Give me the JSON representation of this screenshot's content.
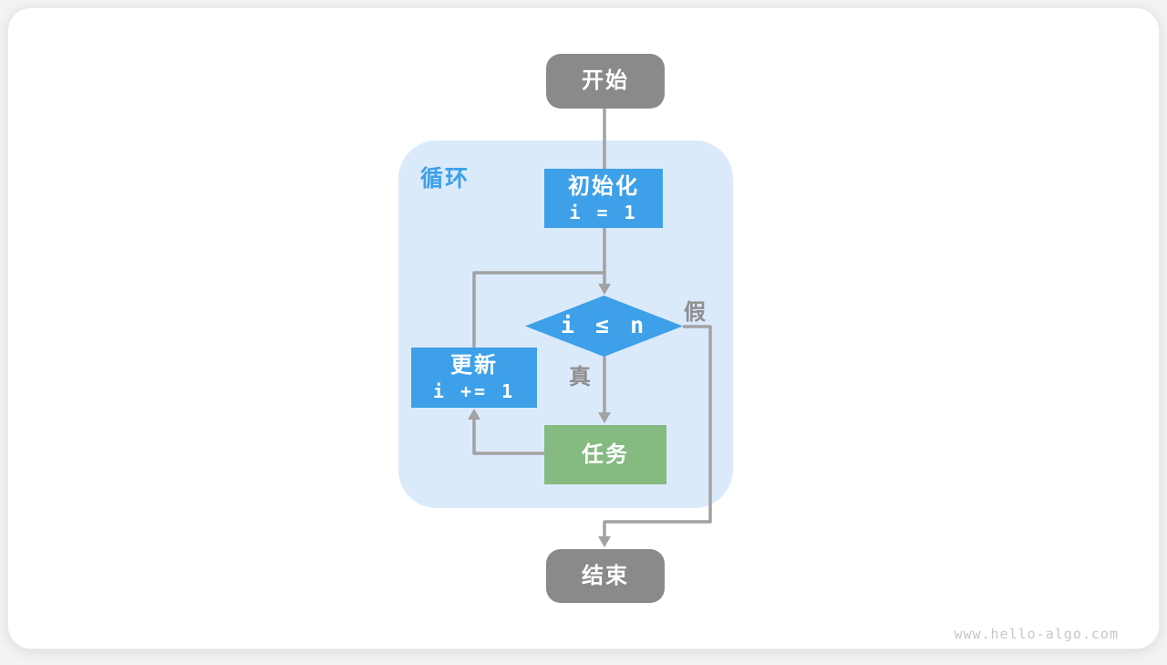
{
  "page": {
    "watermark": "www.hello-algo.com"
  },
  "colors": {
    "node_blue": "#3da0e8",
    "node_green": "#85ba80",
    "node_gray": "#8a8a8a",
    "loop_container_bg": "#dbeafb",
    "loop_label_blue": "#3da0e8",
    "arrow_gray": "#a2a2a2",
    "edge_label_gray": "#8e8e8e",
    "watermark_gray": "#c6c6c6",
    "card_bg": "#ffffff"
  },
  "diagram": {
    "type": "flowchart",
    "loop_label": "循环",
    "nodes": {
      "start": {
        "label": "开始",
        "shape": "rounded",
        "color": "#8a8a8a"
      },
      "init": {
        "label": "初始化",
        "code": "i = 1",
        "shape": "rect",
        "color": "#3da0e8"
      },
      "cond": {
        "label": "i ≤ n",
        "shape": "diamond",
        "color": "#3da0e8"
      },
      "update": {
        "label": "更新",
        "code": "i += 1",
        "shape": "rect",
        "color": "#3da0e8"
      },
      "task": {
        "label": "任务",
        "shape": "rect",
        "color": "#85ba80"
      },
      "end": {
        "label": "结束",
        "shape": "rounded",
        "color": "#8a8a8a"
      }
    },
    "edge_labels": {
      "true": "真",
      "false": "假"
    },
    "edges": [
      {
        "from": "start",
        "to": "init",
        "label": ""
      },
      {
        "from": "init",
        "to": "cond",
        "label": ""
      },
      {
        "from": "cond",
        "to": "task",
        "label": "真"
      },
      {
        "from": "task",
        "to": "update",
        "label": ""
      },
      {
        "from": "update",
        "to": "cond",
        "label": ""
      },
      {
        "from": "cond",
        "to": "end",
        "label": "假"
      }
    ]
  }
}
